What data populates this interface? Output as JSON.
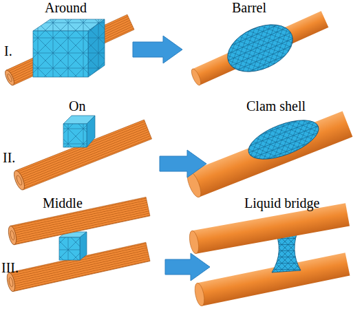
{
  "diagram": {
    "nodes": [
      {
        "text": [
          "Around"
        ]
      },
      {
        "text": [
          "Barrel"
        ]
      },
      {
        "text": [
          "On"
        ]
      },
      {
        "text": [
          "Clam shell"
        ]
      },
      {
        "text": [
          "Middle"
        ]
      },
      {
        "text": [
          "Liquid bridge"
        ]
      }
    ],
    "edges": [
      {
        "from": 0,
        "to": 1,
        "arrow": "to"
      },
      {
        "from": 2,
        "to": 3,
        "arrow": "to"
      },
      {
        "from": 4,
        "to": 5,
        "arrow": "to"
      }
    ],
    "labels": [
      "I.",
      "II.",
      "III."
    ]
  }
}
